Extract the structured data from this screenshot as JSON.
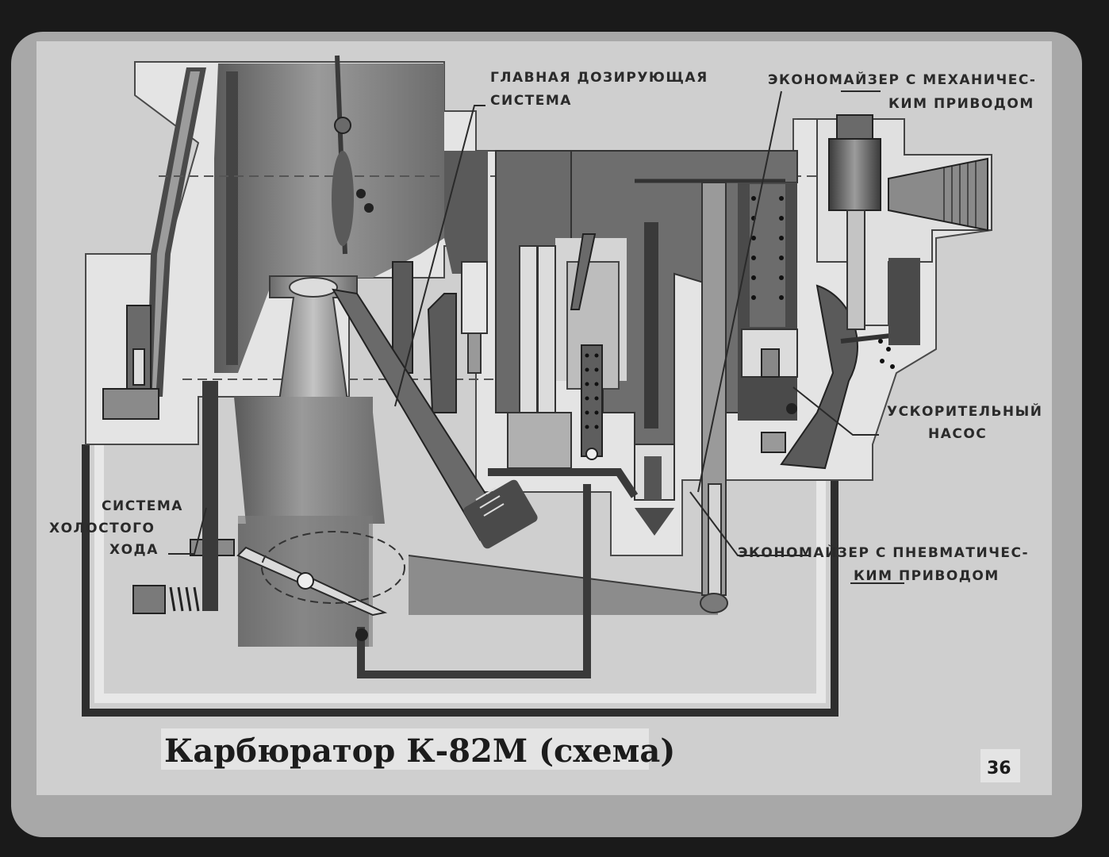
{
  "labels": {
    "main_metering": [
      "ГЛАВНАЯ ДОЗИРУЮЩАЯ",
      "СИСТЕМА"
    ],
    "mech_economizer": [
      "ЭКОНОМАЙЗЕР С МЕХАНИЧЕС-",
      "КИМ ПРИВОДОМ"
    ],
    "accel_pump": [
      "УСКОРИТЕЛЬНЫЙ",
      "НАСОС"
    ],
    "pneu_economizer": [
      "ЭКОНОМАЙЗЕР С ПНЕВМАТИЧЕС-",
      "КИМ ПРИВОДОМ"
    ],
    "idle_system": [
      "СИСТЕМА",
      "ХОЛОСТОГО",
      "ХОДА"
    ]
  },
  "title": "Карбюратор К-82М (схема)",
  "slide_number": "36",
  "colors": {
    "frame": "#2c2c2c",
    "card": "#b9b9b9",
    "paper": "#d2d2d2",
    "metal_light": "#e6e6e6",
    "metal_mid": "#8a8a8a",
    "metal_dark": "#3a3a3a",
    "ink": "#222222"
  }
}
